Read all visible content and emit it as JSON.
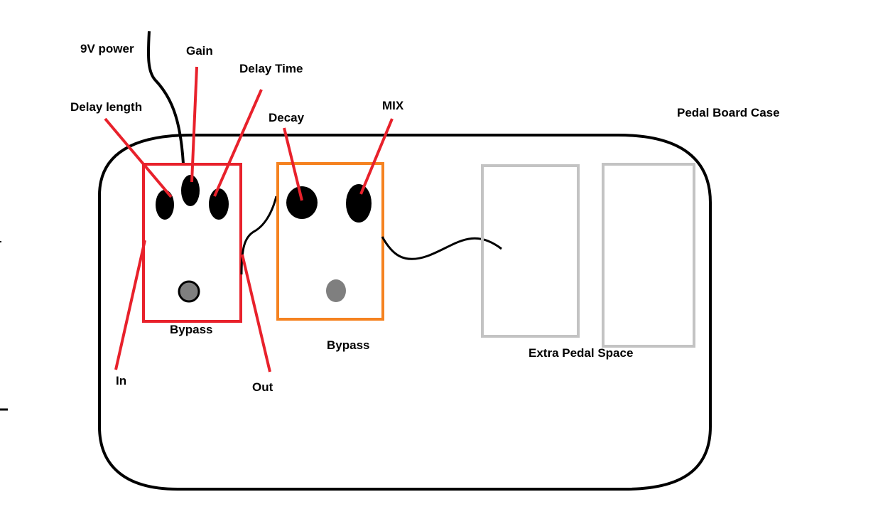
{
  "labels": {
    "power": "9V power",
    "gain": "Gain",
    "delay_time": "Delay Time",
    "delay_length": "Delay length",
    "decay": "Decay",
    "mix": "MIX",
    "case": "Pedal Board Case",
    "bypass_1": "Bypass",
    "bypass_2": "Bypass",
    "extra_space": "Extra Pedal Space",
    "in": "In",
    "out": "Out"
  },
  "colors": {
    "outline": "#000000",
    "annotation": "#e8212b",
    "pedal_1": "#e8212b",
    "pedal_2": "#f58220",
    "empty_slot": "#c3c3c3",
    "footswitch": "#7f7f7f"
  }
}
